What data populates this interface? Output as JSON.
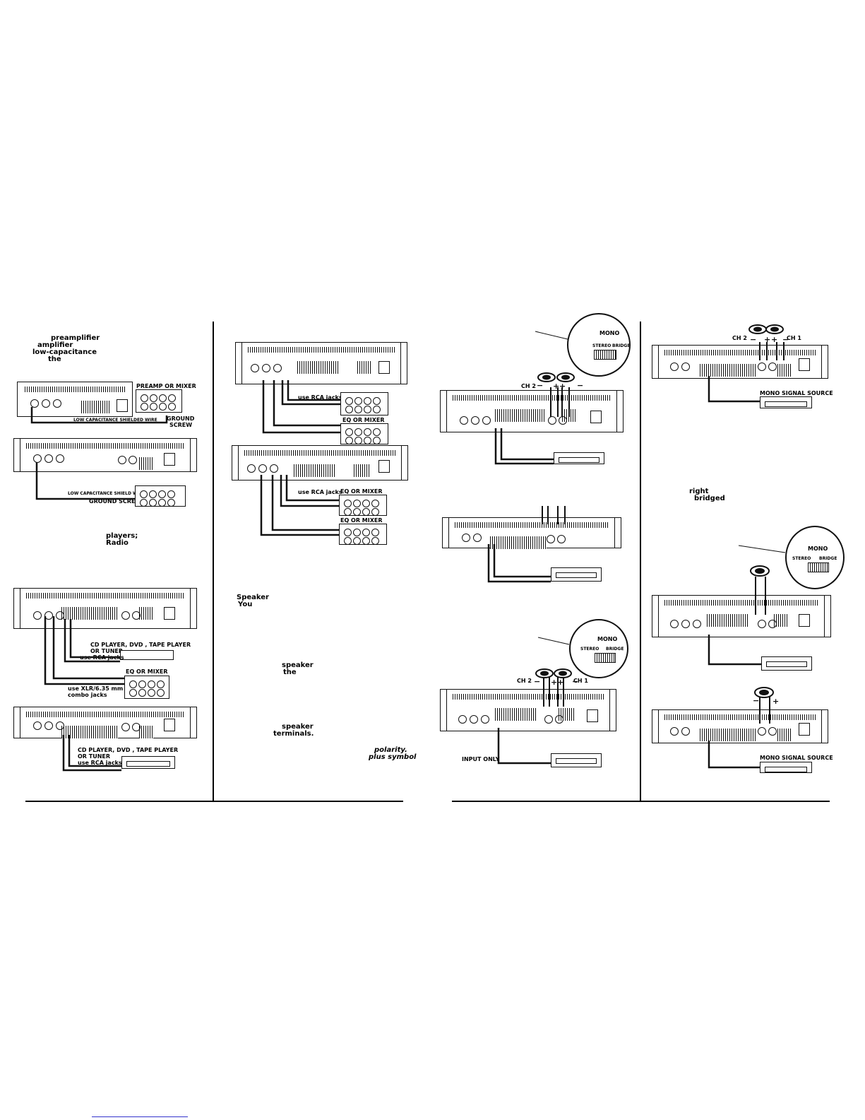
{
  "left_page": {
    "col1": {
      "intro_fragments": [
        "preamplifier",
        "amplifier",
        "low-capacitance",
        "the"
      ],
      "diagram_a": {
        "label_source": "PREAMP OR MIXER",
        "wire_label": "LOW CAPACITANCE SHIELDED WIRE",
        "ground": "GROUND",
        "screw": "SCREW"
      },
      "diagram_b": {
        "wire_label": "LOW CAPACITANCE SHIELD WIRE",
        "ground_screw": "GROUND SCREW"
      },
      "middle_fragments": [
        "players;",
        "Radio"
      ],
      "diagram_c": {
        "cd_line1": "CD PLAYER, DVD , TAPE PLAYER",
        "cd_line2": "OR TUNER",
        "rca": "use RCA jacks",
        "eq": "EQ OR MIXER",
        "xlr1": "use  XLR/6.35 mm",
        "xlr2": "combo jacks"
      },
      "diagram_d": {
        "cd_line1": "CD PLAYER, DVD , TAPE PLAYER",
        "cd_line2": "OR TUNER",
        "rca": "use RCA jacks"
      }
    },
    "col2": {
      "diagram_e": {
        "rca": "use RCA jacks",
        "eq1": "EQ OR MIXER",
        "eq2": "EQ OR MIXER"
      },
      "diagram_f": {
        "rca": "use RCA jacks",
        "eq1": "EQ OR MIXER",
        "eq2": "EQ OR MIXER"
      },
      "fragments_a": [
        "Speaker",
        "You"
      ],
      "fragments_b": [
        "speaker",
        "the"
      ],
      "fragments_c": [
        "speaker",
        "terminals."
      ],
      "fragments_d": [
        "polarity.",
        "plus symbol"
      ]
    }
  },
  "right_page": {
    "col3": {
      "switch1": {
        "mono": "MONO",
        "stereo": "STEREO",
        "bridge": "BRIDGE"
      },
      "diagram_g": {
        "ch2": "CH 2"
      },
      "switch2": {
        "mono": "MONO",
        "stereo": "STEREO",
        "bridge": "BRIDGE"
      },
      "diagram_i": {
        "ch2": "CH 2",
        "ch1": "CH 1",
        "input_only": "INPUT ONLY"
      }
    },
    "col4": {
      "diagram_j": {
        "ch2": "CH 2",
        "ch1": "CH 1",
        "source": "MONO SIGNAL SOURCE"
      },
      "fragments": [
        "right",
        "bridged"
      ],
      "switch3": {
        "mono": "MONO",
        "stereo": "STEREO",
        "bridge": "BRIDGE"
      },
      "diagram_l": {
        "source": "MONO SIGNAL SOURCE"
      }
    }
  },
  "footer": {
    "link_text": ""
  }
}
